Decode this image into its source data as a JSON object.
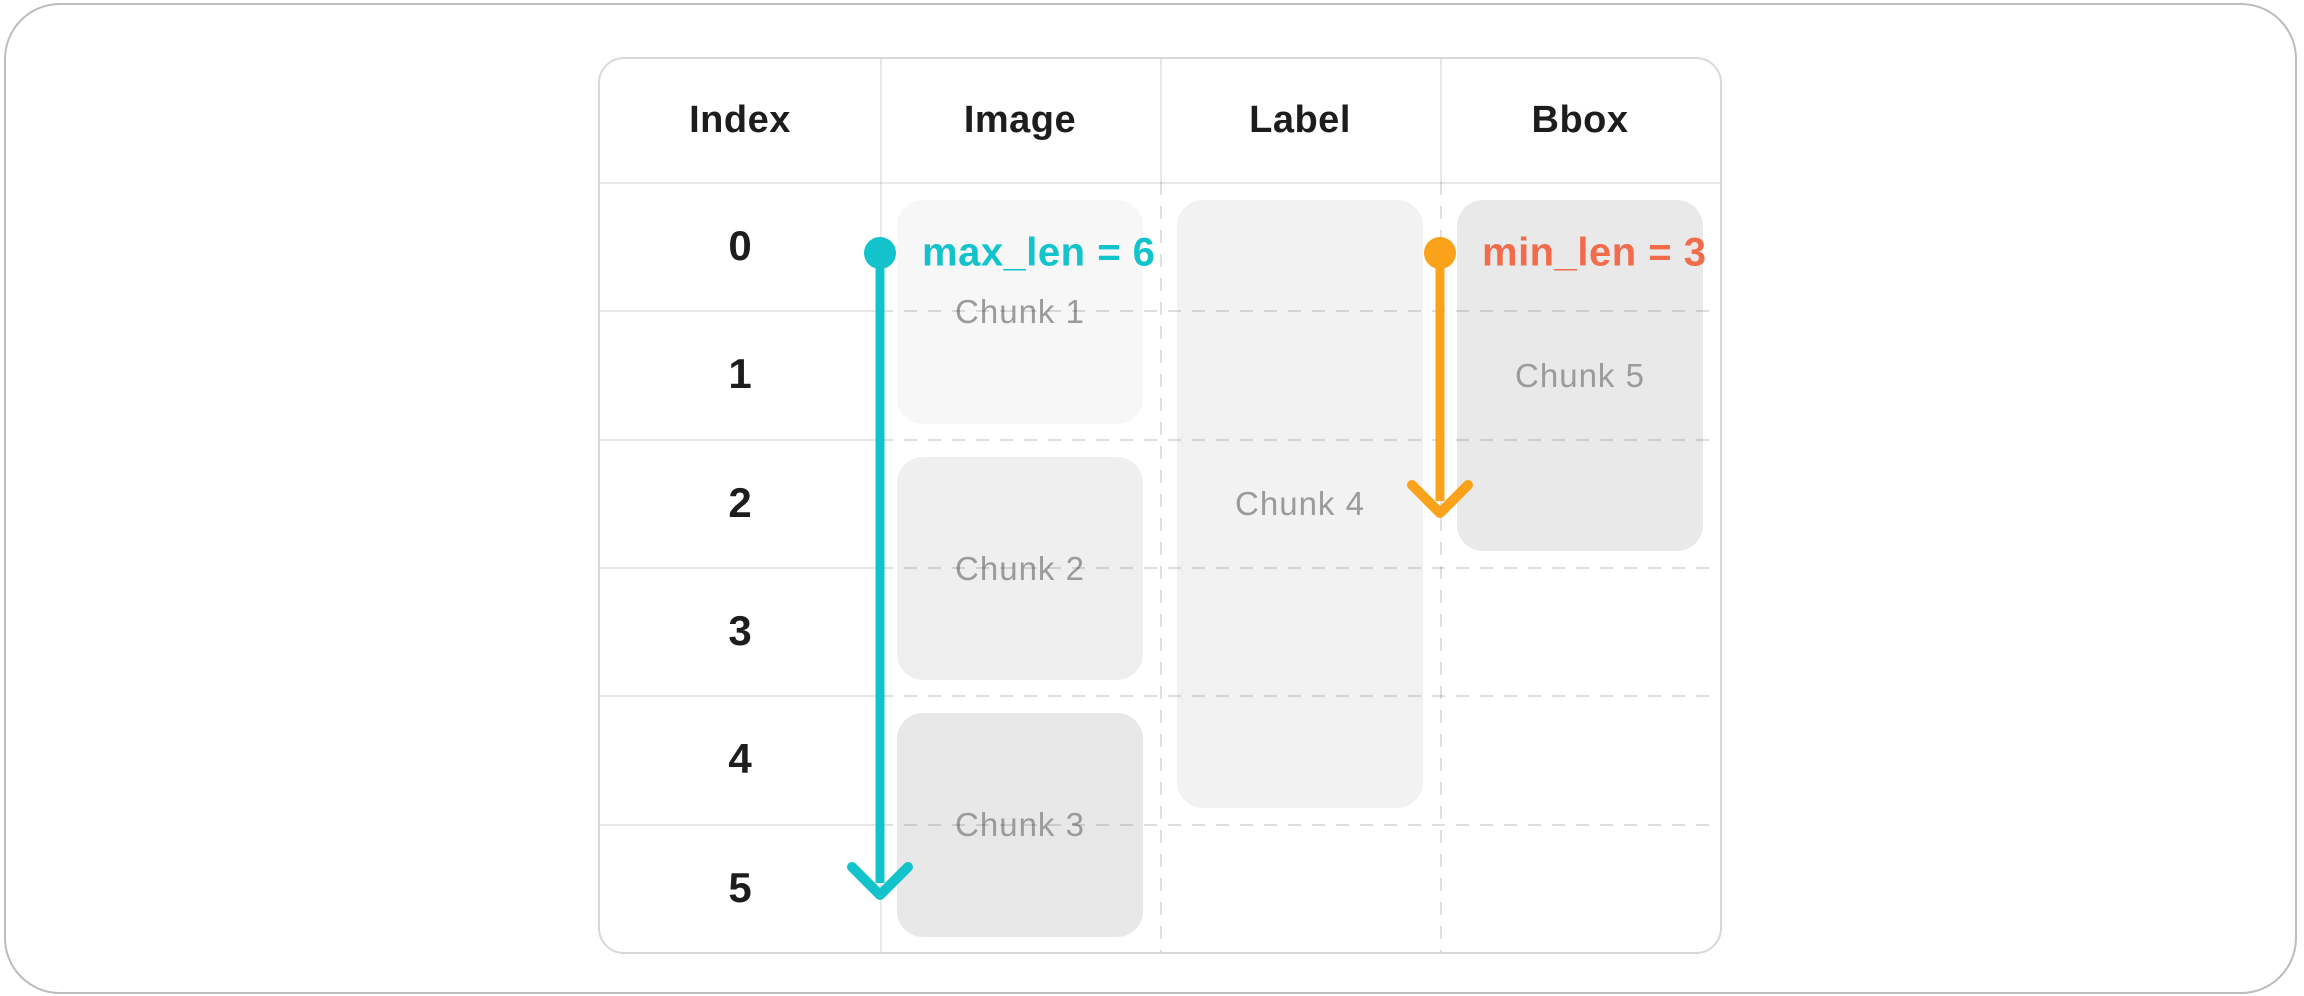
{
  "table": {
    "columns": [
      "Index",
      "Image",
      "Label",
      "Bbox"
    ],
    "row_indices": [
      "0",
      "1",
      "2",
      "3",
      "4",
      "5"
    ],
    "chunks": [
      {
        "label": "Chunk 1",
        "column": "Image",
        "row_start": 0,
        "row_span": 2,
        "fill": "#f7f7f8"
      },
      {
        "label": "Chunk 2",
        "column": "Image",
        "row_start": 2,
        "row_span": 2,
        "fill": "#efeff0"
      },
      {
        "label": "Chunk 3",
        "column": "Image",
        "row_start": 4,
        "row_span": 2,
        "fill": "#e8e8e9"
      },
      {
        "label": "Chunk 4",
        "column": "Label",
        "row_start": 0,
        "row_span": 5,
        "fill": "#f2f2f3"
      },
      {
        "label": "Chunk 5",
        "column": "Bbox",
        "row_start": 0,
        "row_span": 3,
        "fill": "#e9e9ea"
      }
    ],
    "chunk_label_color": "#9b9b9b",
    "header_text_color": "#1d1d1f"
  },
  "annotations": [
    {
      "name": "max_len",
      "label": "max_len = 6",
      "value": 6,
      "rows_spanned": 6,
      "text_color": "#12c3cc",
      "arrow_color": "#12c3cc"
    },
    {
      "name": "min_len",
      "label": "min_len = 3",
      "value": 3,
      "rows_spanned": 3,
      "text_color": "#f26b4a",
      "arrow_color": "#f9a21a"
    }
  ]
}
